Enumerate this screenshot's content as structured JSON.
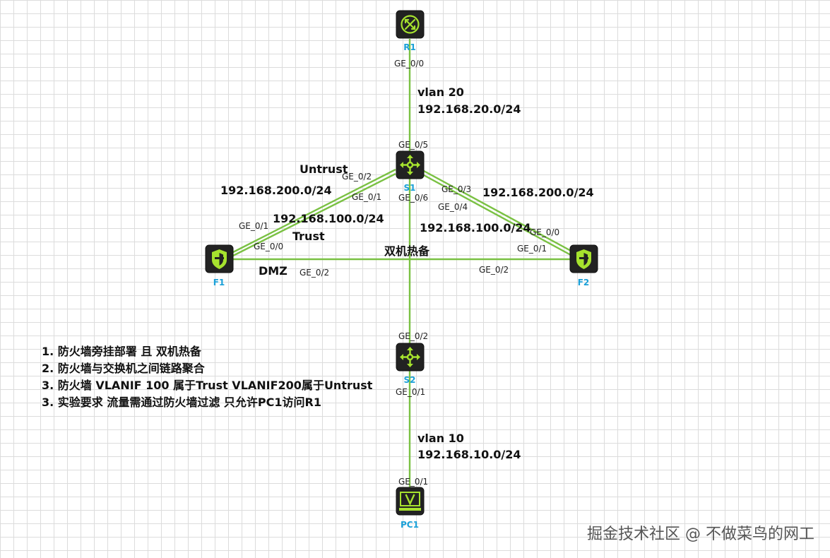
{
  "nodes": {
    "r1": {
      "label": "R1"
    },
    "s1": {
      "label": "S1"
    },
    "s2": {
      "label": "S2"
    },
    "f1": {
      "label": "F1"
    },
    "f2": {
      "label": "F2"
    },
    "pc1": {
      "label": "PC1"
    }
  },
  "ports": {
    "r1_ge00": "GE_0/0",
    "s1_ge05": "GE_0/5",
    "s1_ge02": "GE_0/2",
    "s1_ge01": "GE_0/1",
    "s1_ge03": "GE_0/3",
    "s1_ge04": "GE_0/4",
    "s1_ge06": "GE_0/6",
    "f1_ge01": "GE_0/1",
    "f1_ge00": "GE_0/0",
    "f1_ge02": "GE_0/2",
    "f2_ge00": "GE_0/0",
    "f2_ge01": "GE_0/1",
    "f2_ge02": "GE_0/2",
    "s2_ge02": "GE_0/2",
    "s2_ge01": "GE_0/1",
    "pc1_ge01": "GE_0/1"
  },
  "annotations": {
    "vlan20": "vlan 20",
    "net20": "192.168.20.0/24",
    "untrust": "Untrust",
    "left_net200": "192.168.200.0/24",
    "left_net100": "192.168.100.0/24",
    "trust": "Trust",
    "right_net200": "192.168.200.0/24",
    "right_net100": "192.168.100.0/24",
    "hot_standby": "双机热备",
    "dmz": "DMZ",
    "vlan10": "vlan 10",
    "net10": "192.168.10.0/24"
  },
  "notes": [
    "1. 防火墙旁挂部署 且 双机热备",
    "2. 防火墙与交换机之间链路聚合",
    "3. 防火墙 VLANIF 100 属于Trust VLANIF200属于Untrust",
    "3. 实验要求 流量需通过防火墙过滤 只允许PC1访问R1"
  ],
  "watermark": "掘金技术社区 @ 不做菜鸟的网工",
  "colors": {
    "link": "#7ac143",
    "label": "#1aa0d8",
    "icon": "#a6e22e",
    "device": "#222222"
  },
  "icons": {
    "r1": "router-icon",
    "s1": "switch-icon",
    "s2": "switch-icon",
    "f1": "firewall-icon",
    "f2": "firewall-icon",
    "pc1": "pc-icon"
  }
}
